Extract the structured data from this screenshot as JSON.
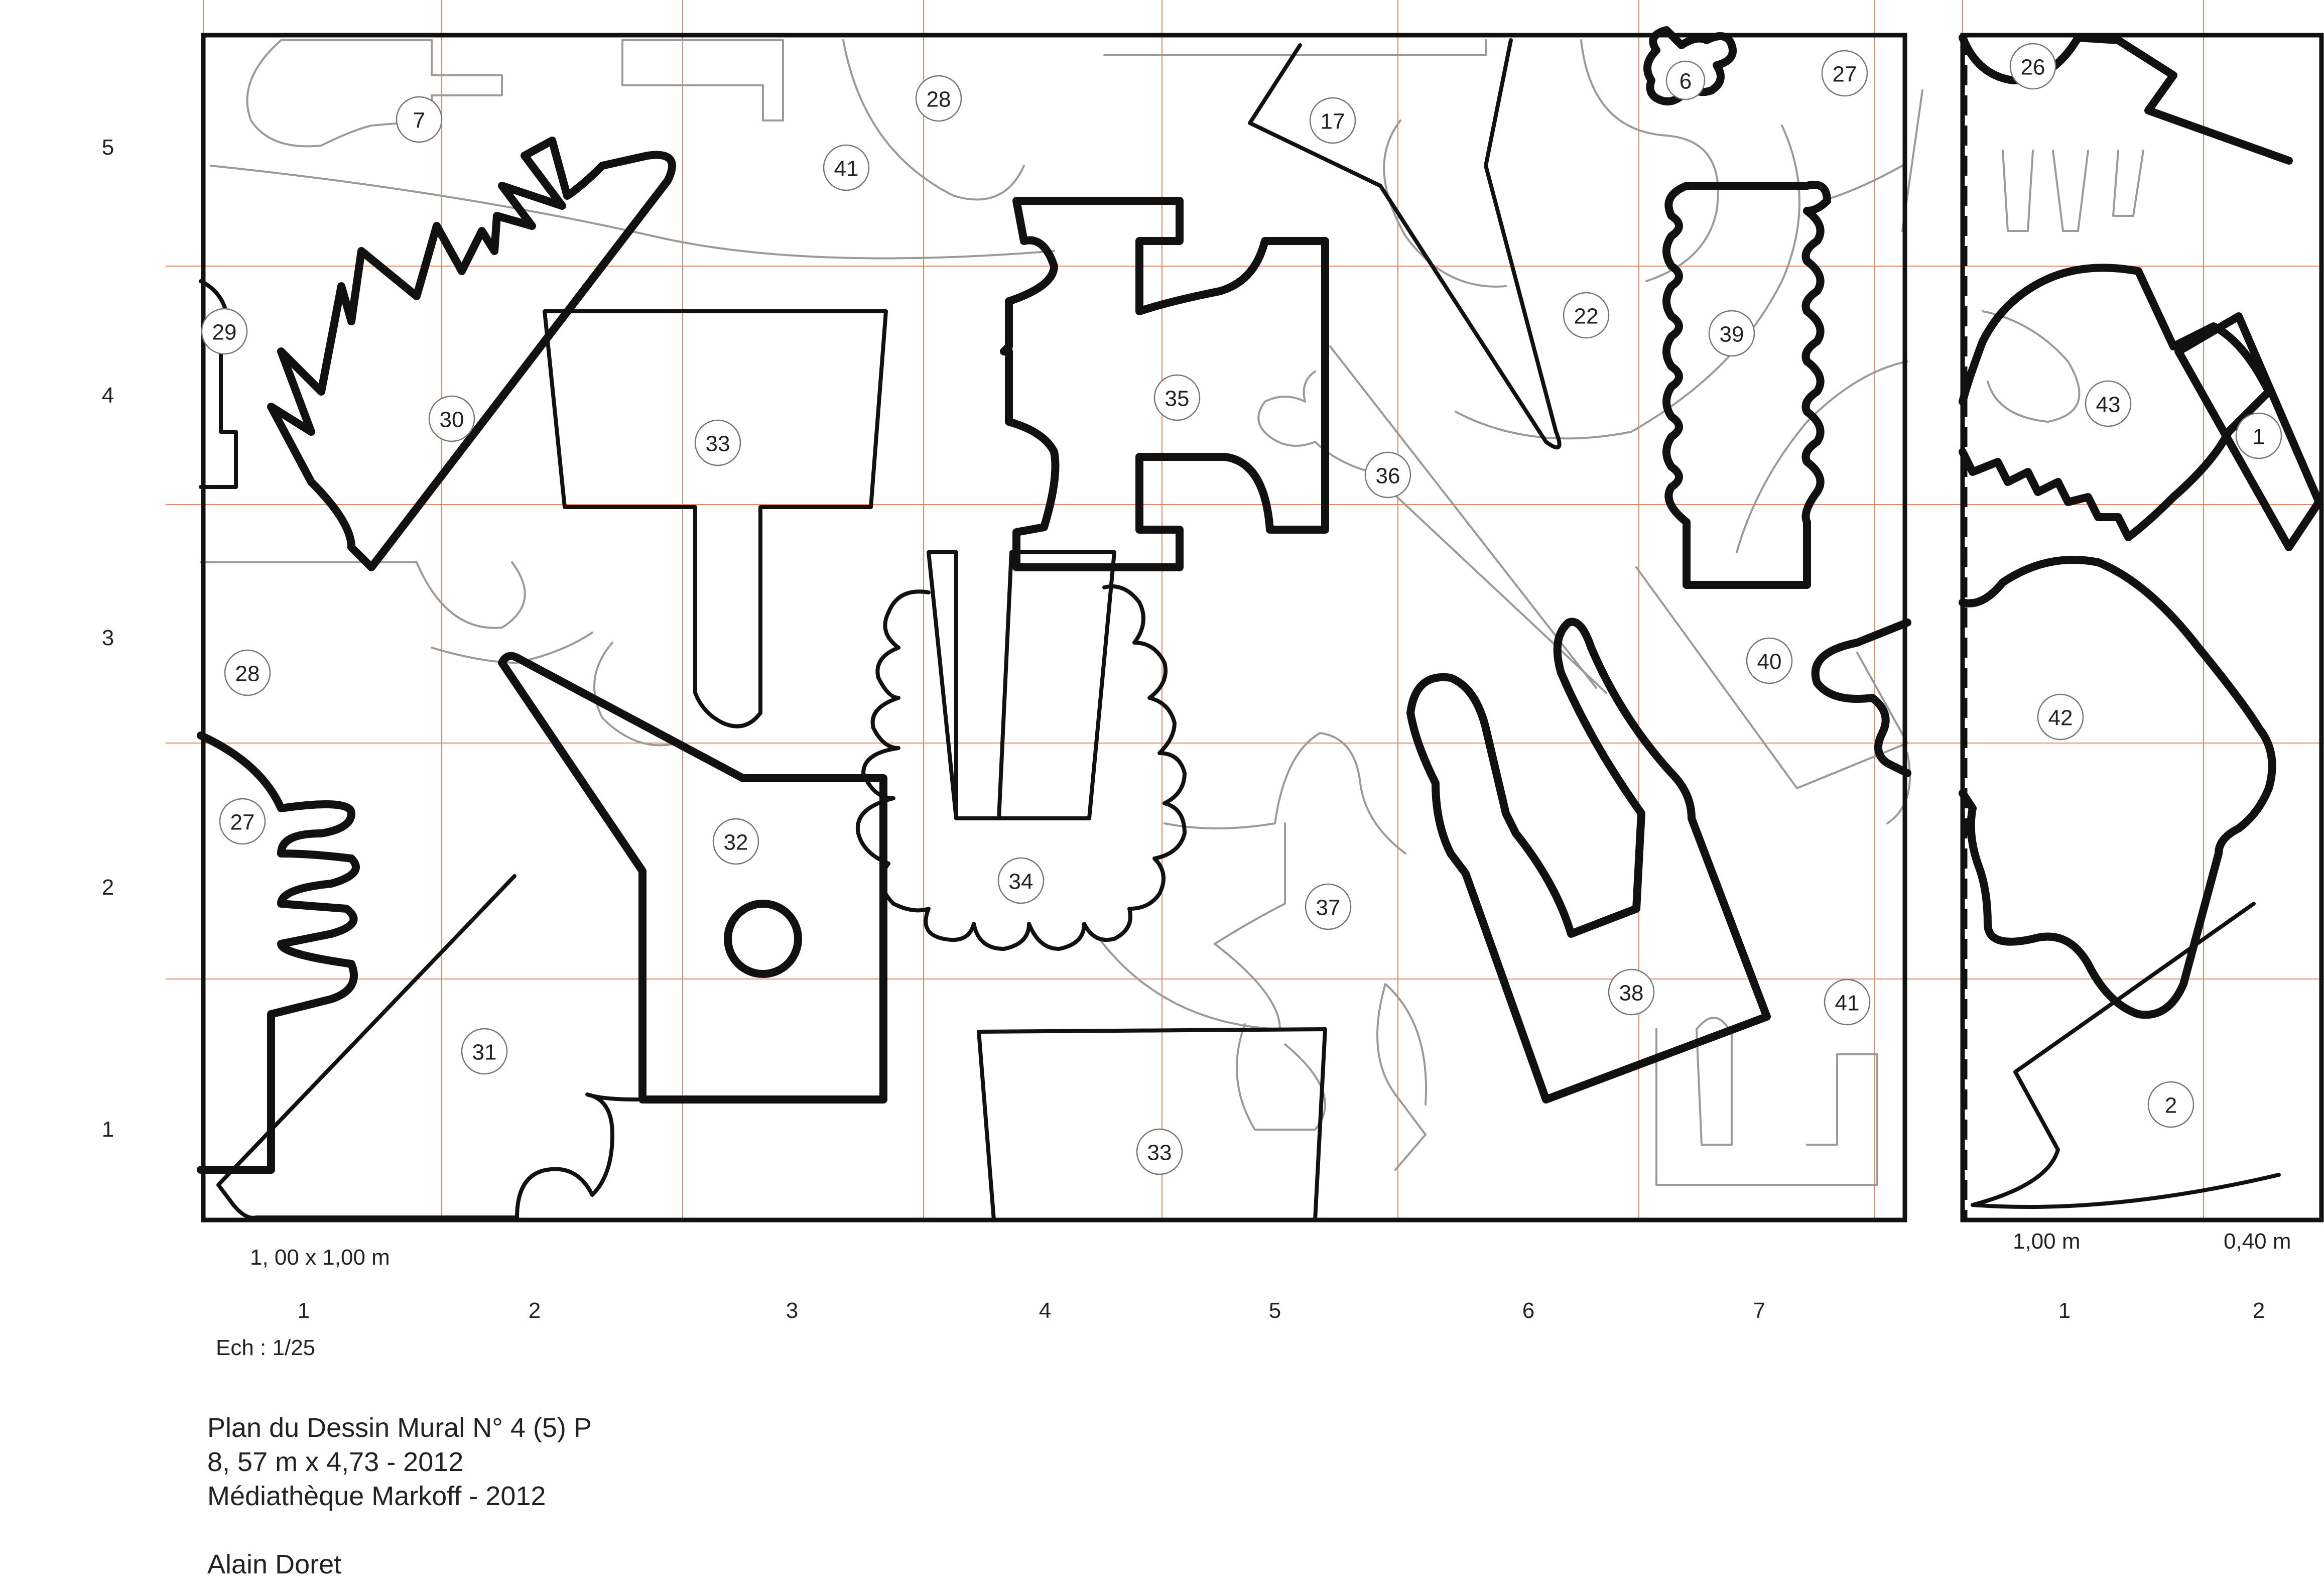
{
  "main_panel": {
    "column_labels": [
      "1",
      "2",
      "3",
      "4",
      "5",
      "6",
      "7"
    ],
    "row_labels": [
      "5",
      "4",
      "3",
      "2",
      "1"
    ],
    "cell_size_label": "1, 00 x 1,00 m",
    "scale_label": "Ech : 1/25"
  },
  "side_panel": {
    "column_labels": [
      "1",
      "2"
    ],
    "width_label_1": "1,00 m",
    "width_label_2": "0,40 m"
  },
  "shape_numbers": [
    "7",
    "28",
    "41",
    "17",
    "6",
    "27",
    "26",
    "29",
    "30",
    "33",
    "35",
    "22",
    "39",
    "43",
    "1",
    "36",
    "28",
    "40",
    "42",
    "27",
    "32",
    "34",
    "37",
    "38",
    "41",
    "31",
    "2",
    "33"
  ],
  "legend": {
    "title": "Plan du Dessin Mural N° 4 (5) P",
    "dimensions": "8, 57 m x 4,73 - 2012",
    "venue": "Médiathèque Markoff - 2012",
    "author": "Alain Doret"
  },
  "colors": {
    "grid": "#e08a6a",
    "ink": "#111111",
    "ghost": "#9a9a9a"
  }
}
